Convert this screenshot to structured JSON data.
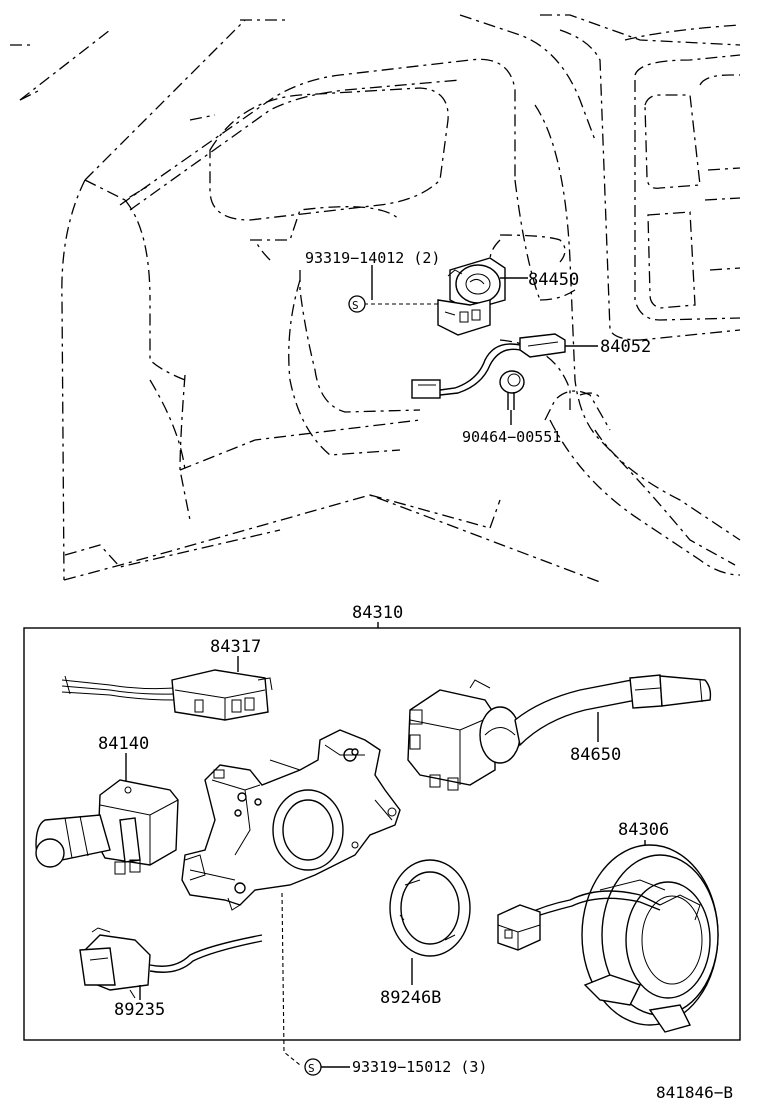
{
  "labels": {
    "bolt_93319_14012": "93319−14012 (2)",
    "part_84450": "84450",
    "part_84052": "84052",
    "part_90464": "90464−00551",
    "assembly_84310": "84310",
    "part_84317": "84317",
    "part_84140": "84140",
    "part_84650": "84650",
    "part_84306": "84306",
    "part_89246b": "89246B",
    "part_89235": "89235",
    "bolt_93319_15012": "93319−15012 (3)",
    "screw_symbol": "S",
    "diagram_code": "841846−B"
  },
  "icons": [
    "screw-symbol-icon",
    "screw-symbol-icon"
  ]
}
